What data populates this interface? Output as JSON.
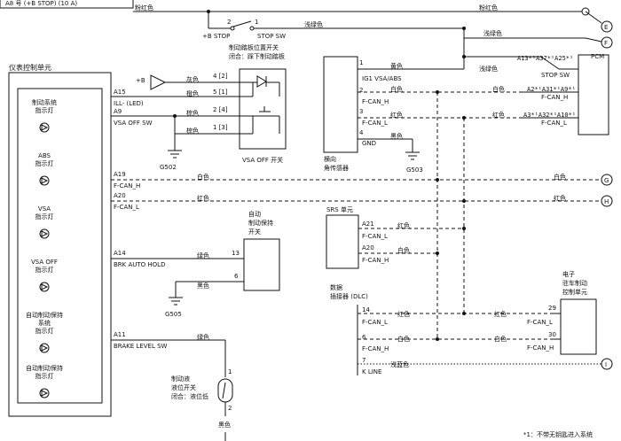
{
  "top": {
    "top_label": "A8 号 (+B STOP) (10 A)",
    "pink_wire": "粉红色",
    "pink_wire2": "粉红色",
    "b_stop": "+B STOP",
    "stop_sw": "STOP SW",
    "light_green": "浅绿色",
    "light_green2": "浅绿色",
    "light_green3": "浅绿色",
    "pin2": "2",
    "pin1": "1",
    "conn_e": "E",
    "conn_f": "F"
  },
  "cluster": {
    "title": "仪表控制单元",
    "indicators": [
      {
        "line1": "制动系统",
        "line2": "指示灯",
        "line3": ""
      },
      {
        "line1": "ABS",
        "line2": "指示灯",
        "line3": ""
      },
      {
        "line1": "VSA",
        "line2": "指示灯",
        "line3": ""
      },
      {
        "line1": "VSA OFF",
        "line2": "指示灯",
        "line3": ""
      },
      {
        "line1": "自动制动保持",
        "line2": "系统",
        "line3": "指示灯"
      },
      {
        "line1": "自动制动保持",
        "line2": "指示灯",
        "line3": ""
      }
    ],
    "a15": "A15",
    "ill": "ILL- (LED)",
    "a9": "A9",
    "vsa_off_sw": "VSA OFF SW",
    "a19": "A19",
    "fcanh1": "F-CAN_H",
    "a20": "A20",
    "fcanl1": "F-CAN_L",
    "a14": "A14",
    "brk_auto_hold": "BRK AUTO HOLD",
    "a11": "A11",
    "brake_level_sw": "BRAKE LEVEL SW"
  },
  "vsa_switch": {
    "title1": "制动踏板位置开关",
    "title2": "闭合：踩下制动踏板",
    "b_plus": "+B",
    "wire_grey": "灰色",
    "wire_orange": "橙色",
    "wire_brown": "棕色",
    "wire_brown2": "棕色",
    "p4": "4 [2]",
    "p5": "5 [1]",
    "p2": "2 [4]",
    "p1": "1 [3]",
    "label": "VSA OFF 开关",
    "ground": "G502"
  },
  "yaw": {
    "p1": "1",
    "ig1": "IG1 VSA/ABS",
    "p2": "2",
    "fcanh": "F-CAN_H",
    "p3": "3",
    "fcanl": "F-CAN_L",
    "p4": "4",
    "gnd": "GND",
    "yellow": "黄色",
    "white": "白色",
    "red": "红色",
    "black": "黑色",
    "label1": "横向",
    "label2": "角传感器",
    "ground": "G503"
  },
  "pcm": {
    "label": "PCM",
    "pins": "A13*¹A37*¹A25*¹",
    "stop_sw": "STOP SW",
    "pin2": "A2*¹A31*¹A9*¹",
    "fcanh": "F-CAN_H",
    "pin3": "A3*¹A32*¹A10*¹",
    "fcanl": "F-CAN_L",
    "white": "白色",
    "red": "红色"
  },
  "canbus": {
    "white1": "白色",
    "red1": "红色",
    "white2": "白色",
    "red2": "红色",
    "conn_g": "G",
    "conn_h": "H"
  },
  "srs": {
    "title": "SRS 单元",
    "a21": "A21",
    "fcanl": "F-CAN_L",
    "a20": "A20",
    "fcanh": "F-CAN_H",
    "red": "红色",
    "white": "白色"
  },
  "autohold_switch": {
    "title1": "自动",
    "title2": "制动保持",
    "title3": "开关",
    "green": "绿色",
    "black": "黑色",
    "p13": "13",
    "p6": "6",
    "ground": "G505"
  },
  "dlc": {
    "title1": "数据",
    "title2": "插接器 (DLC)",
    "p14": "14",
    "fcanl": "F-CAN_L",
    "p6": "6",
    "fcanh": "F-CAN_H",
    "p7": "7",
    "kline": "K LINE",
    "red1": "红色",
    "white1": "白色",
    "red2": "红色",
    "white2": "白色",
    "light_blue": "浅蓝色",
    "conn_i": "I"
  },
  "epb": {
    "title1": "电子",
    "title2": "驻车制动",
    "title3": "控制单元",
    "p29": "29",
    "fcanl": "F-CAN_L",
    "p30": "30",
    "fcanh": "F-CAN_H"
  },
  "brake_fluid": {
    "title1": "制动液",
    "title2": "液位开关",
    "title3": "闭合：液位低",
    "green": "绿色",
    "black": "黑色",
    "p1": "1",
    "p2": "2"
  },
  "footnote": "*1：不带无钥匙进入系统"
}
